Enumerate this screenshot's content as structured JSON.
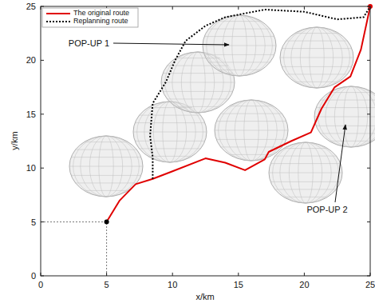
{
  "diagram": {
    "labels": [
      "0",
      "5",
      "10",
      "15",
      "20",
      "25",
      "0",
      "5",
      "10",
      "15",
      "20",
      "25",
      "x/km",
      "y/km",
      "POP-UP 1",
      "POP-UP 2"
    ],
    "legend": [
      {
        "text": "The original route"
      },
      {
        "text": "Replanning route"
      }
    ]
  }
}
